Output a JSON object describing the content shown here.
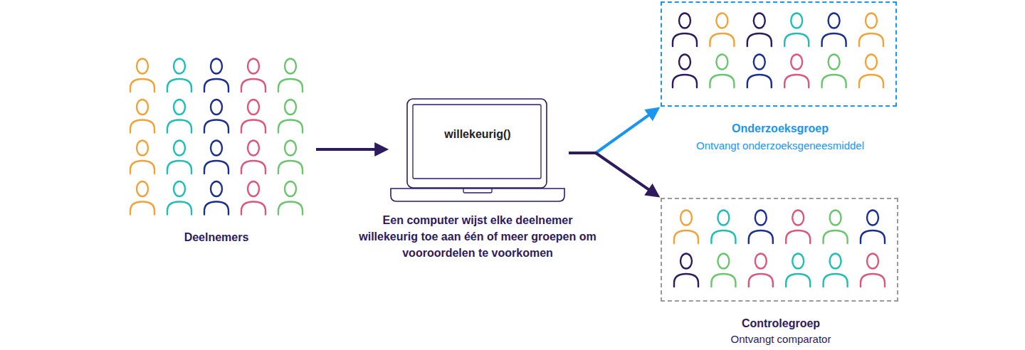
{
  "diagram": {
    "nodes": [
      {
        "text": [
          "Deelnemers"
        ]
      },
      {
        "text": [
          "willekeurig()",
          "Een computer wijst elke deelnemer willekeurig toe aan één of meer groepen om vooroordelen te voorkomen"
        ]
      },
      {
        "text": [
          "Onderzoeksgroep",
          "Ontvangt onderzoeksgeneesmiddel"
        ]
      },
      {
        "text": [
          "Controlegroep",
          "Ontvangt comparator"
        ]
      }
    ],
    "edges": [
      {
        "from": 0,
        "to": 1,
        "arrow": "to"
      },
      {
        "from": 1,
        "to": 2,
        "arrow": "to"
      },
      {
        "from": 1,
        "to": 3,
        "arrow": "to"
      }
    ]
  }
}
